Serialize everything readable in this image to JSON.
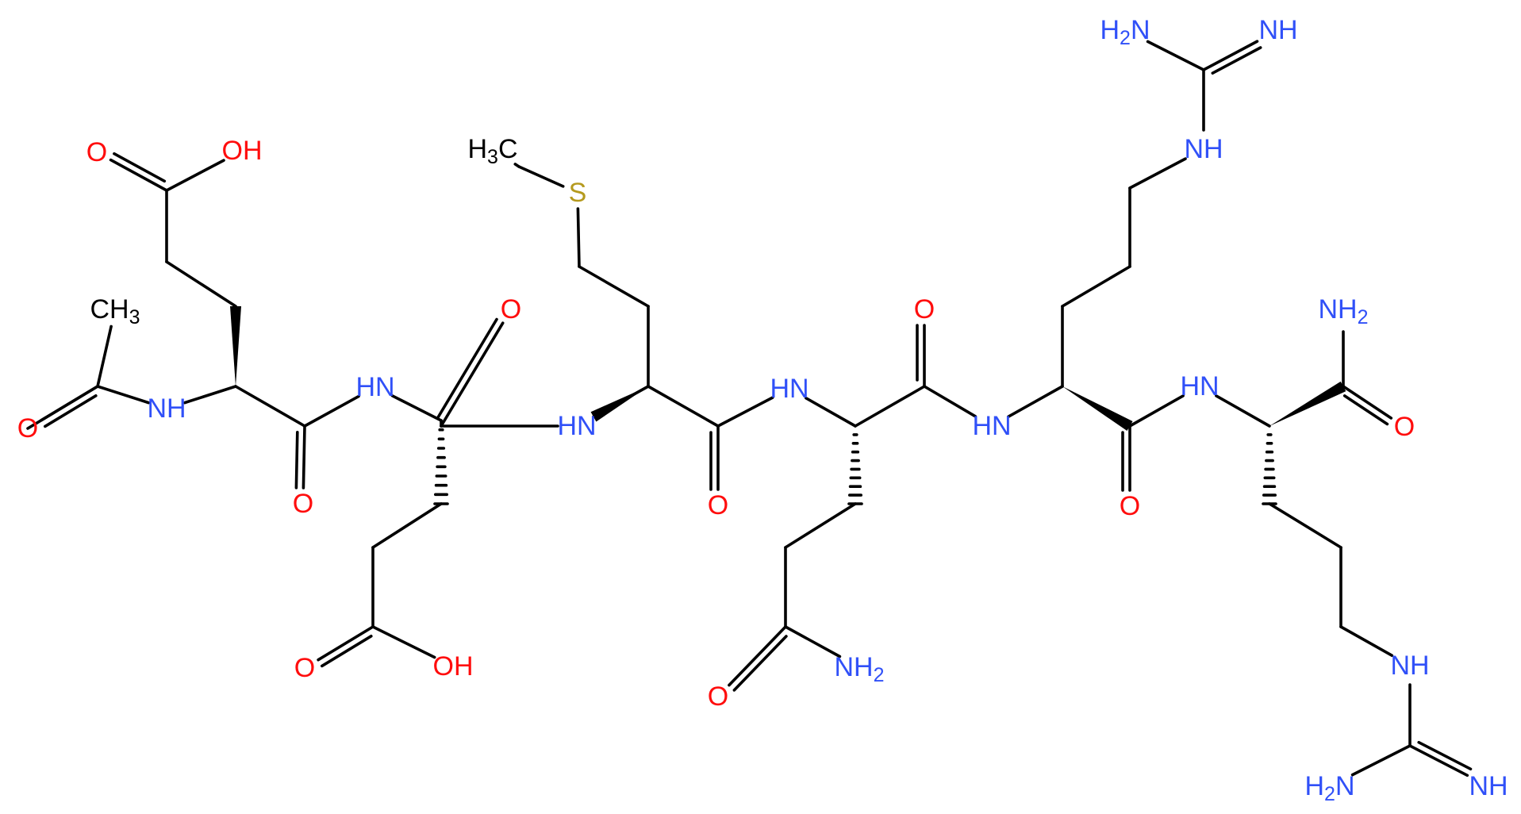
{
  "molecule": {
    "colors": {
      "bond": "#000000",
      "O": "#ff0d0d",
      "N": "#3050f8",
      "S": "#b59a1e",
      "C": "#000000"
    },
    "labels": [
      {
        "id": "o_glu1_co",
        "el": "O",
        "text": "O"
      },
      {
        "id": "oh_glu1",
        "el": "O",
        "text": "OH"
      },
      {
        "id": "ch3_ac",
        "el": "C",
        "text": "CH",
        "sub": "3"
      },
      {
        "id": "o_ac",
        "el": "O",
        "text": "O"
      },
      {
        "id": "nh_1",
        "el": "N",
        "text": "NH"
      },
      {
        "id": "o_glu1_bb",
        "el": "O",
        "text": "O"
      },
      {
        "id": "hn_2",
        "el": "N",
        "text": "HN"
      },
      {
        "id": "o_glu2_bb",
        "el": "O",
        "text": "O"
      },
      {
        "id": "o_glu2_sc",
        "el": "O",
        "text": "O"
      },
      {
        "id": "oh_glu2",
        "el": "O",
        "text": "OH"
      },
      {
        "id": "h3c_met",
        "el": "C",
        "text": "H",
        "sub": "3",
        "after": "C"
      },
      {
        "id": "s_met",
        "el": "S",
        "text": "S"
      },
      {
        "id": "hn_3",
        "el": "N",
        "text": "HN"
      },
      {
        "id": "o_met_bb",
        "el": "O",
        "text": "O"
      },
      {
        "id": "hn_4",
        "el": "N",
        "text": "HN"
      },
      {
        "id": "o_gln_bb",
        "el": "O",
        "text": "O"
      },
      {
        "id": "o_gln_sc",
        "el": "O",
        "text": "O"
      },
      {
        "id": "nh2_gln",
        "el": "N",
        "text": "NH",
        "sub": "2"
      },
      {
        "id": "hn_5",
        "el": "N",
        "text": "HN"
      },
      {
        "id": "o_arg1_bb",
        "el": "O",
        "text": "O"
      },
      {
        "id": "nh_arg1",
        "el": "N",
        "text": "NH"
      },
      {
        "id": "h2n_arg1",
        "el": "N",
        "text": "H",
        "sub": "2",
        "after": "N"
      },
      {
        "id": "imine_arg1",
        "el": "N",
        "text": "NH"
      },
      {
        "id": "hn_6",
        "el": "N",
        "text": "HN"
      },
      {
        "id": "nh2_cterm",
        "el": "N",
        "text": "NH",
        "sub": "2"
      },
      {
        "id": "o_cterm",
        "el": "O",
        "text": "O"
      },
      {
        "id": "nh_arg2",
        "el": "N",
        "text": "NH"
      },
      {
        "id": "h2n_arg2",
        "el": "N",
        "text": "H",
        "sub": "2",
        "after": "N"
      },
      {
        "id": "imine_arg2",
        "el": "N",
        "text": "NH"
      }
    ]
  }
}
